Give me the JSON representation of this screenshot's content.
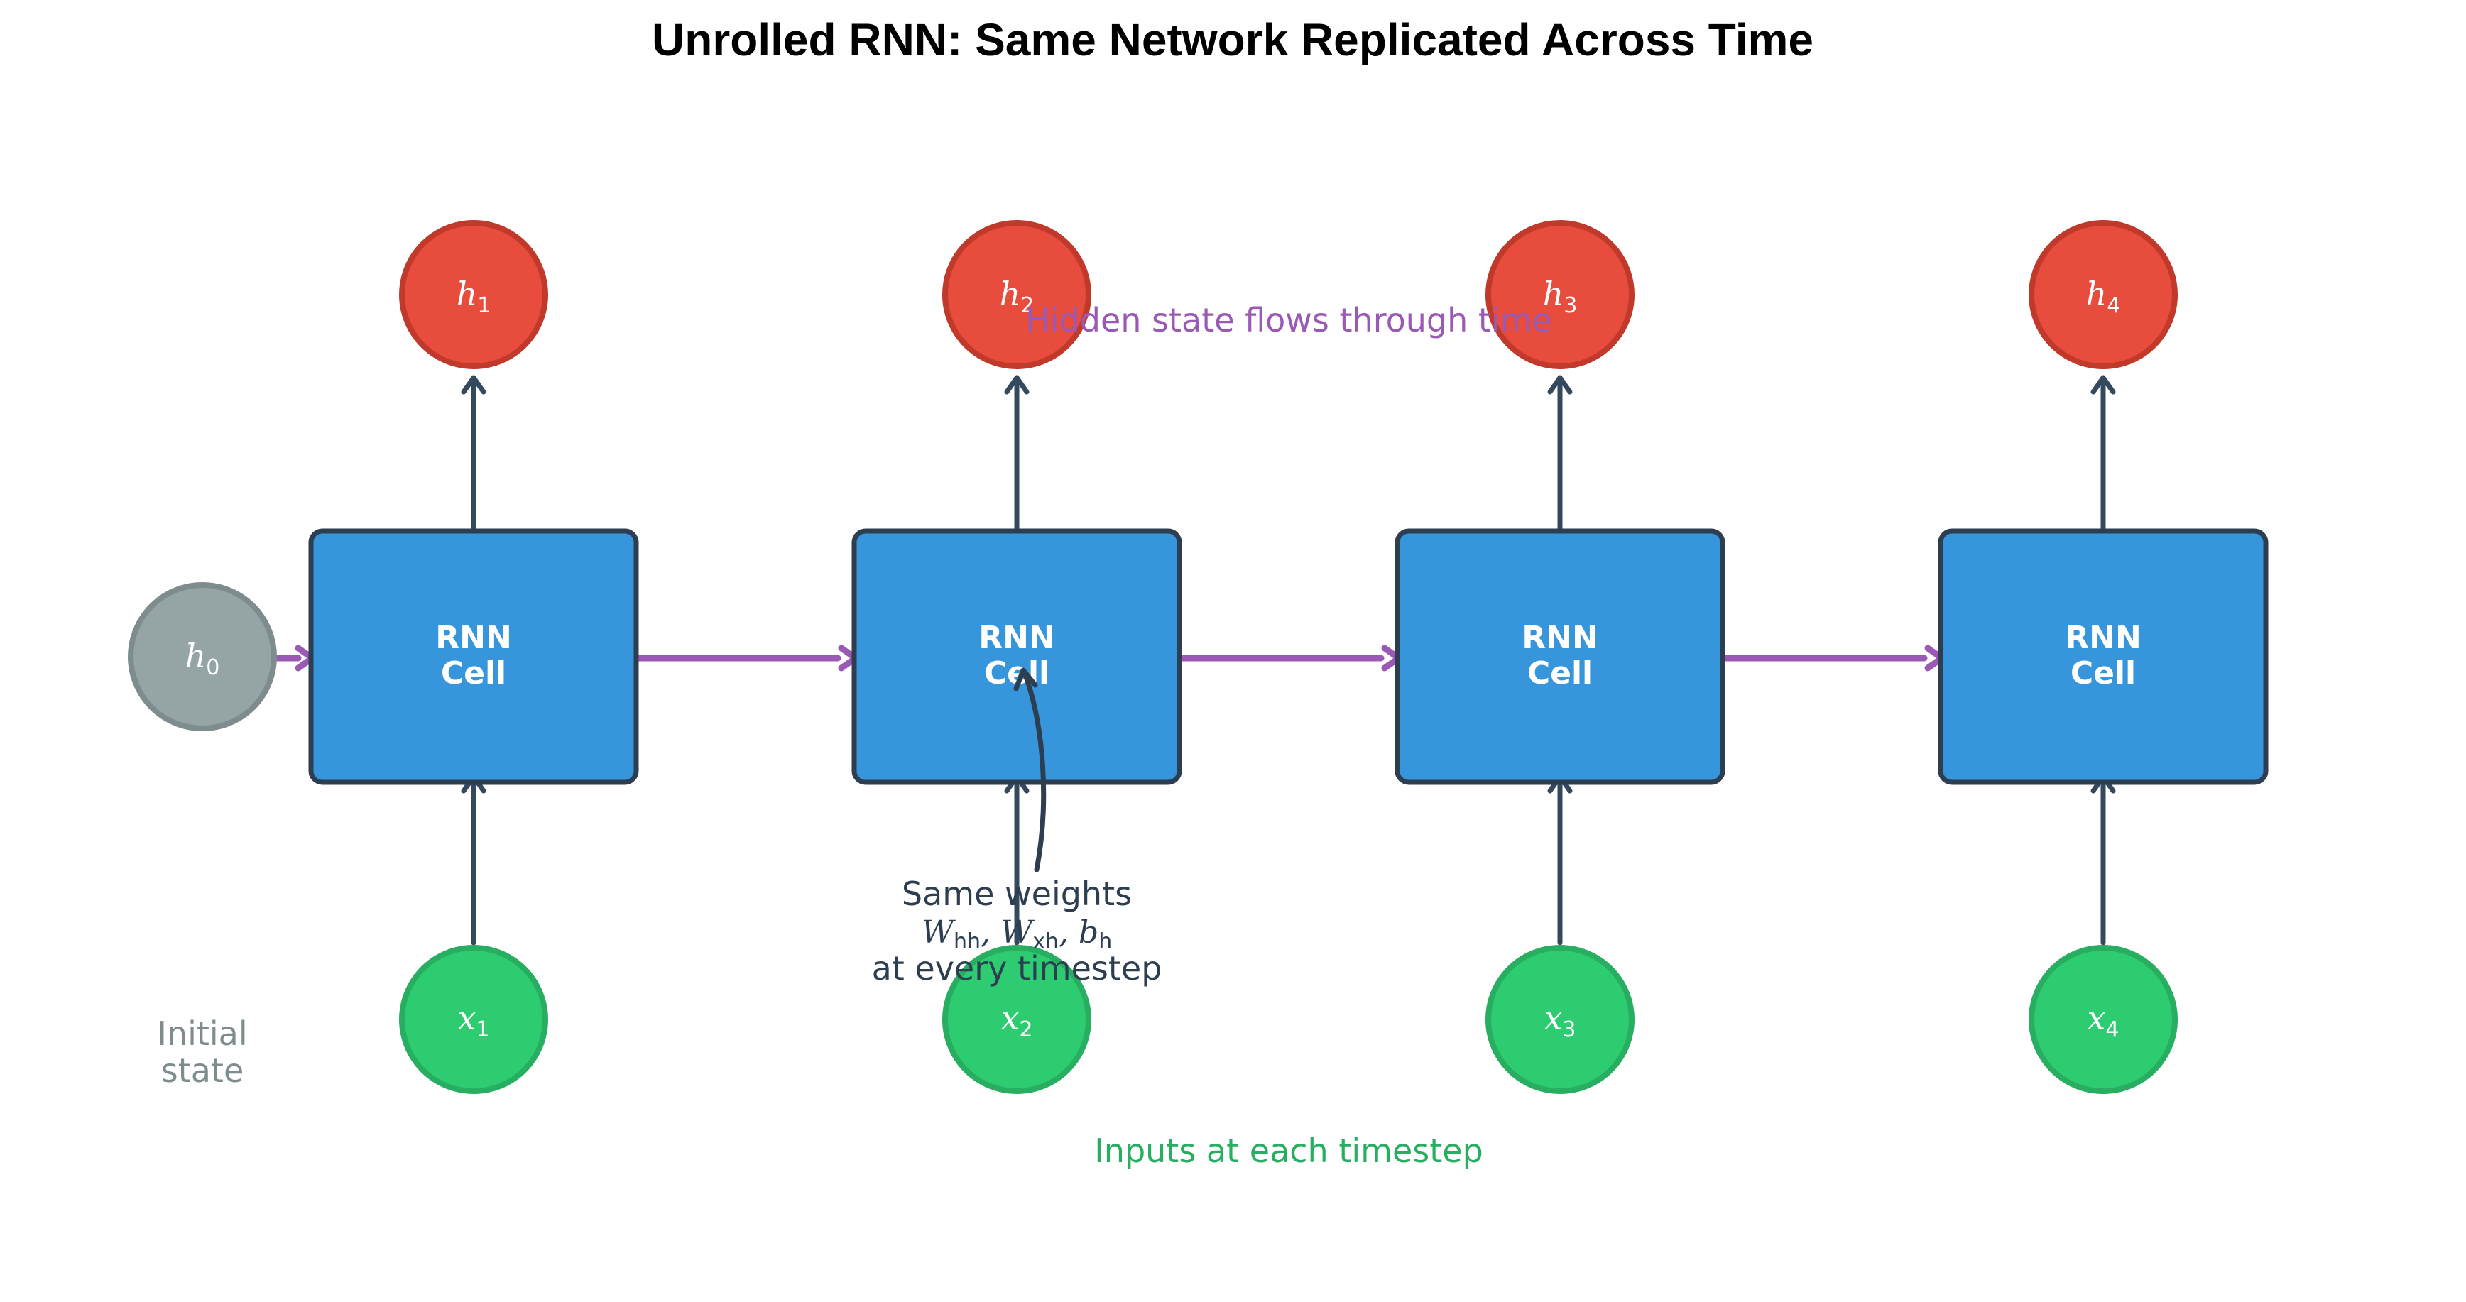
{
  "title": "Unrolled RNN: Same Network Replicated Across Time",
  "cells": [
    {
      "line1": "RNN",
      "line2": "Cell"
    },
    {
      "line1": "RNN",
      "line2": "Cell"
    },
    {
      "line1": "RNN",
      "line2": "Cell"
    },
    {
      "line1": "RNN",
      "line2": "Cell"
    }
  ],
  "initial": {
    "var": "h",
    "sub": "0",
    "label_line1": "Initial",
    "label_line2": "state"
  },
  "outputs": [
    {
      "var": "h",
      "sub": "1"
    },
    {
      "var": "h",
      "sub": "2"
    },
    {
      "var": "h",
      "sub": "3"
    },
    {
      "var": "h",
      "sub": "4"
    }
  ],
  "inputs": [
    {
      "var": "x",
      "sub": "1"
    },
    {
      "var": "x",
      "sub": "2"
    },
    {
      "var": "x",
      "sub": "3"
    },
    {
      "var": "x",
      "sub": "4"
    }
  ],
  "annotations": {
    "hidden_flow": "Hidden state flows through time",
    "inputs_each": "Inputs at each timestep",
    "weights_line1": "Same weights",
    "weights_w1": "W",
    "weights_w1_sub": "hh",
    "weights_w2": "W",
    "weights_w2_sub": "xh",
    "weights_b": "b",
    "weights_b_sub": "h",
    "weights_line3": "at every timestep"
  },
  "colors": {
    "cell_fill": "#3796DB",
    "cell_stroke": "#2C3E50",
    "output_fill": "#E74C3C",
    "output_stroke": "#C0392B",
    "input_fill": "#2ECC71",
    "input_stroke": "#27AE60",
    "initial_fill": "#95A5A6",
    "initial_stroke": "#7F8C8D",
    "arrow": "#34495E",
    "recurrent_arrow": "#9B59B6",
    "hidden_text": "#9B59B6",
    "input_text": "#27AE60",
    "initial_text": "#7F8C8D",
    "weights_text": "#2C3E50"
  }
}
